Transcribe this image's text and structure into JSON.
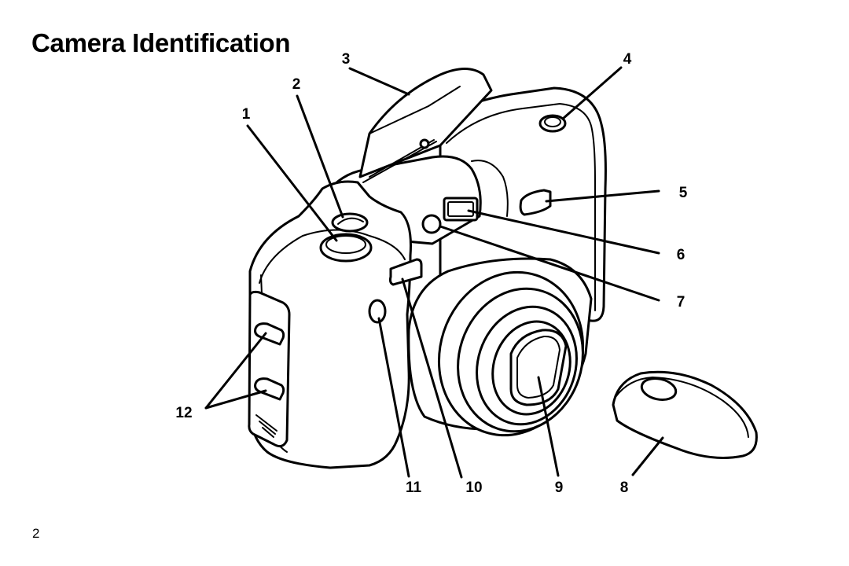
{
  "title": "Camera Identification",
  "page_number": "2",
  "callouts": [
    "1",
    "2",
    "3",
    "4",
    "5",
    "6",
    "7",
    "8",
    "9",
    "10",
    "11",
    "12"
  ]
}
